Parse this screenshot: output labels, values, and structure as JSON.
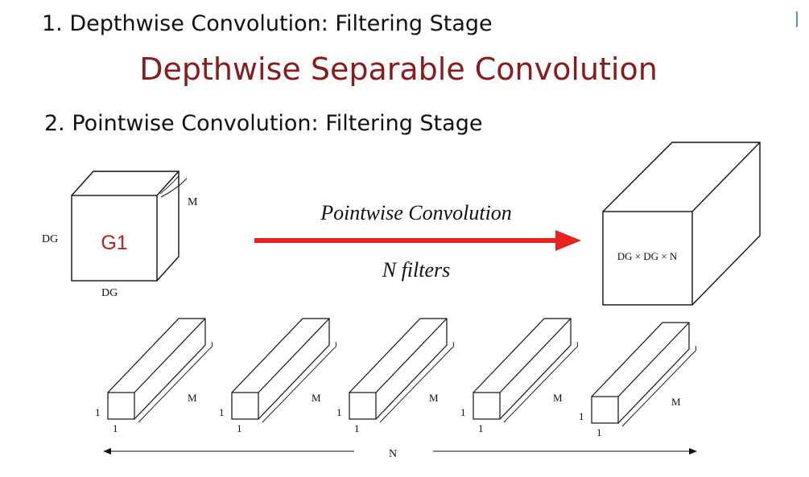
{
  "slide": {
    "line1": "1. Depthwise Convolution: Filtering Stage",
    "title": "Depthwise Separable Convolution",
    "line2": "2. Pointwise Convolution: Filtering Stage"
  },
  "diagram": {
    "input": {
      "main_label": "G1",
      "side_label": "DG",
      "depth_label": "M",
      "bottom_label": "DG"
    },
    "arrow": {
      "top_label": "Pointwise Convolution",
      "bottom_label": "N filters",
      "color": "#e8231f"
    },
    "output": {
      "label": "DG × DG × N"
    },
    "filters": [
      {
        "height_label": "1",
        "width_label": "1",
        "depth_label": "M"
      },
      {
        "height_label": "1",
        "width_label": "1",
        "depth_label": "M"
      },
      {
        "height_label": "1",
        "width_label": "1",
        "depth_label": "M"
      },
      {
        "height_label": "1",
        "width_label": "1",
        "depth_label": "M"
      },
      {
        "height_label": "1",
        "width_label": "1",
        "depth_label": "M"
      }
    ],
    "count_label": "N"
  }
}
